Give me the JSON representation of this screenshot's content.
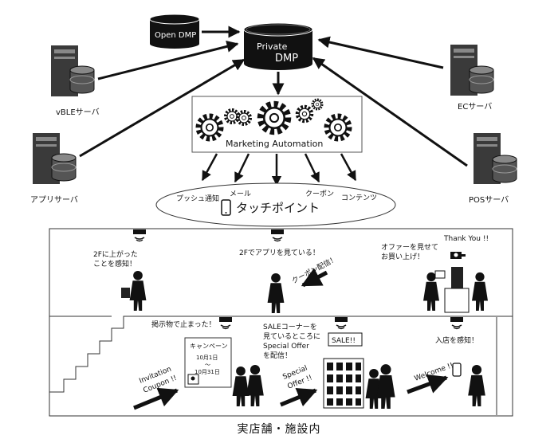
{
  "dmp": {
    "private_top": "Private",
    "private_bottom": "DMP",
    "open": "Open DMP"
  },
  "servers": {
    "vble": "vBLEサーバ",
    "app": "アプリサーバ",
    "ec": "ECサーバ",
    "pos": "POSサーバ"
  },
  "automation": {
    "label": "Marketing Automation"
  },
  "touchpoint": {
    "title": "タッチポイント",
    "push": "プッシュ通知",
    "mail": "メール",
    "coupon": "クーポン",
    "content": "コンテンツ"
  },
  "store": {
    "caption": "実店舗・施設内",
    "sensed_2f_line1": "2Fに上がった",
    "sensed_2f_line2": "ことを感知！",
    "app_2f": "2Fでアプリを見ている！",
    "coupon_delivery": "クーポン配信！",
    "offer_line1": "オファーを見せて",
    "offer_line2": "お買い上げ！",
    "thank_you": "Thank You !!",
    "stop_line": "掲示物で止まった！",
    "campaign_title": "キャンペーン",
    "campaign_from": "10月1日",
    "campaign_tilde": "～",
    "campaign_to": "10月31日",
    "invitation_line1": "Invitation",
    "invitation_line2": "Coupon !!",
    "sale_line1": "SALEコーナーを",
    "sale_line2": "見ているところに",
    "sale_line3": "Special Offer",
    "sale_line4": "を配信！",
    "sale_sign": "SALE!!",
    "special_line1": "Special",
    "special_line2": "Offer !!",
    "welcome": "Welcome !!",
    "enter": "入店を感知！"
  }
}
